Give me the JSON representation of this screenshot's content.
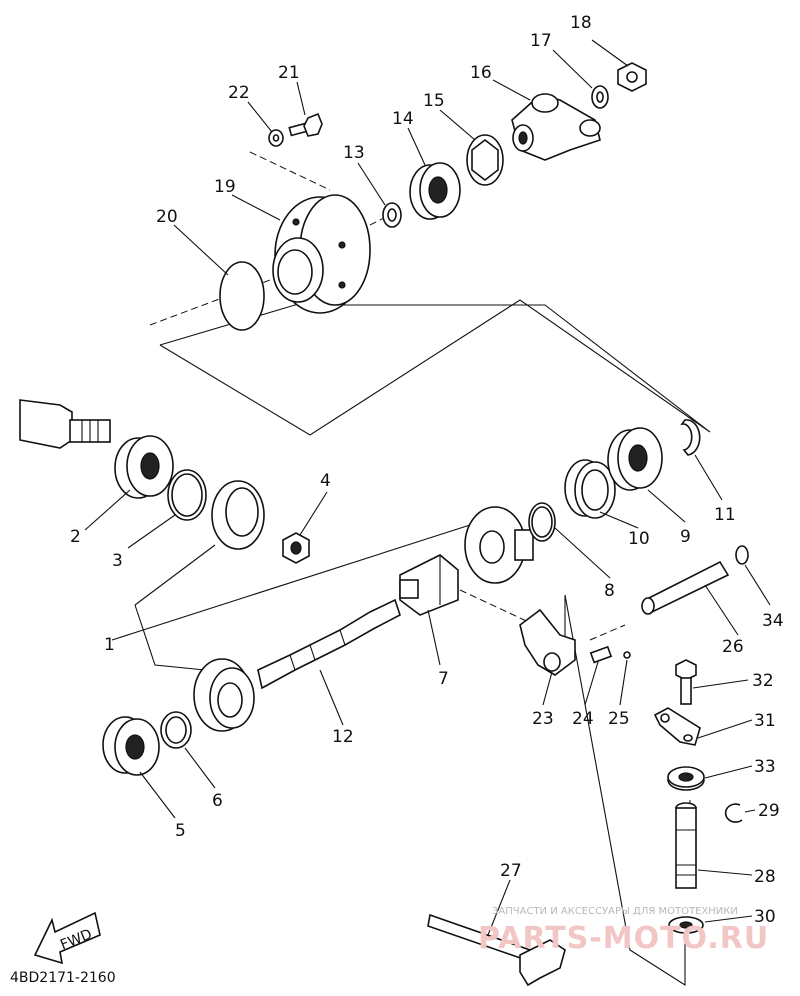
{
  "diagram": {
    "code_label": "4BD2171-2160",
    "fwd_label": "FWD",
    "watermark_top": "ЗАПЧАСТИ И АКСЕССУАРЫ ДЛЯ МОТОТЕХНИКИ",
    "watermark_main": "PARTS-MOTO.RU",
    "callouts": [
      {
        "id": "c1",
        "text": "1"
      },
      {
        "id": "c2",
        "text": "2"
      },
      {
        "id": "c3",
        "text": "3"
      },
      {
        "id": "c4",
        "text": "4"
      },
      {
        "id": "c5",
        "text": "5"
      },
      {
        "id": "c6",
        "text": "6"
      },
      {
        "id": "c7",
        "text": "7"
      },
      {
        "id": "c8",
        "text": "8"
      },
      {
        "id": "c9",
        "text": "9"
      },
      {
        "id": "c10",
        "text": "10"
      },
      {
        "id": "c11",
        "text": "11"
      },
      {
        "id": "c12",
        "text": "12"
      },
      {
        "id": "c13",
        "text": "13"
      },
      {
        "id": "c14",
        "text": "14"
      },
      {
        "id": "c15",
        "text": "15"
      },
      {
        "id": "c16",
        "text": "16"
      },
      {
        "id": "c17",
        "text": "17"
      },
      {
        "id": "c18",
        "text": "18"
      },
      {
        "id": "c19",
        "text": "19"
      },
      {
        "id": "c20",
        "text": "20"
      },
      {
        "id": "c21",
        "text": "21"
      },
      {
        "id": "c22",
        "text": "22"
      },
      {
        "id": "c23",
        "text": "23"
      },
      {
        "id": "c24",
        "text": "24"
      },
      {
        "id": "c25",
        "text": "25"
      },
      {
        "id": "c26",
        "text": "26"
      },
      {
        "id": "c27",
        "text": "27"
      },
      {
        "id": "c28",
        "text": "28"
      },
      {
        "id": "c29",
        "text": "29"
      },
      {
        "id": "c30",
        "text": "30"
      },
      {
        "id": "c31",
        "text": "31"
      },
      {
        "id": "c32",
        "text": "32"
      },
      {
        "id": "c33",
        "text": "33"
      },
      {
        "id": "c34",
        "text": "34"
      }
    ]
  }
}
